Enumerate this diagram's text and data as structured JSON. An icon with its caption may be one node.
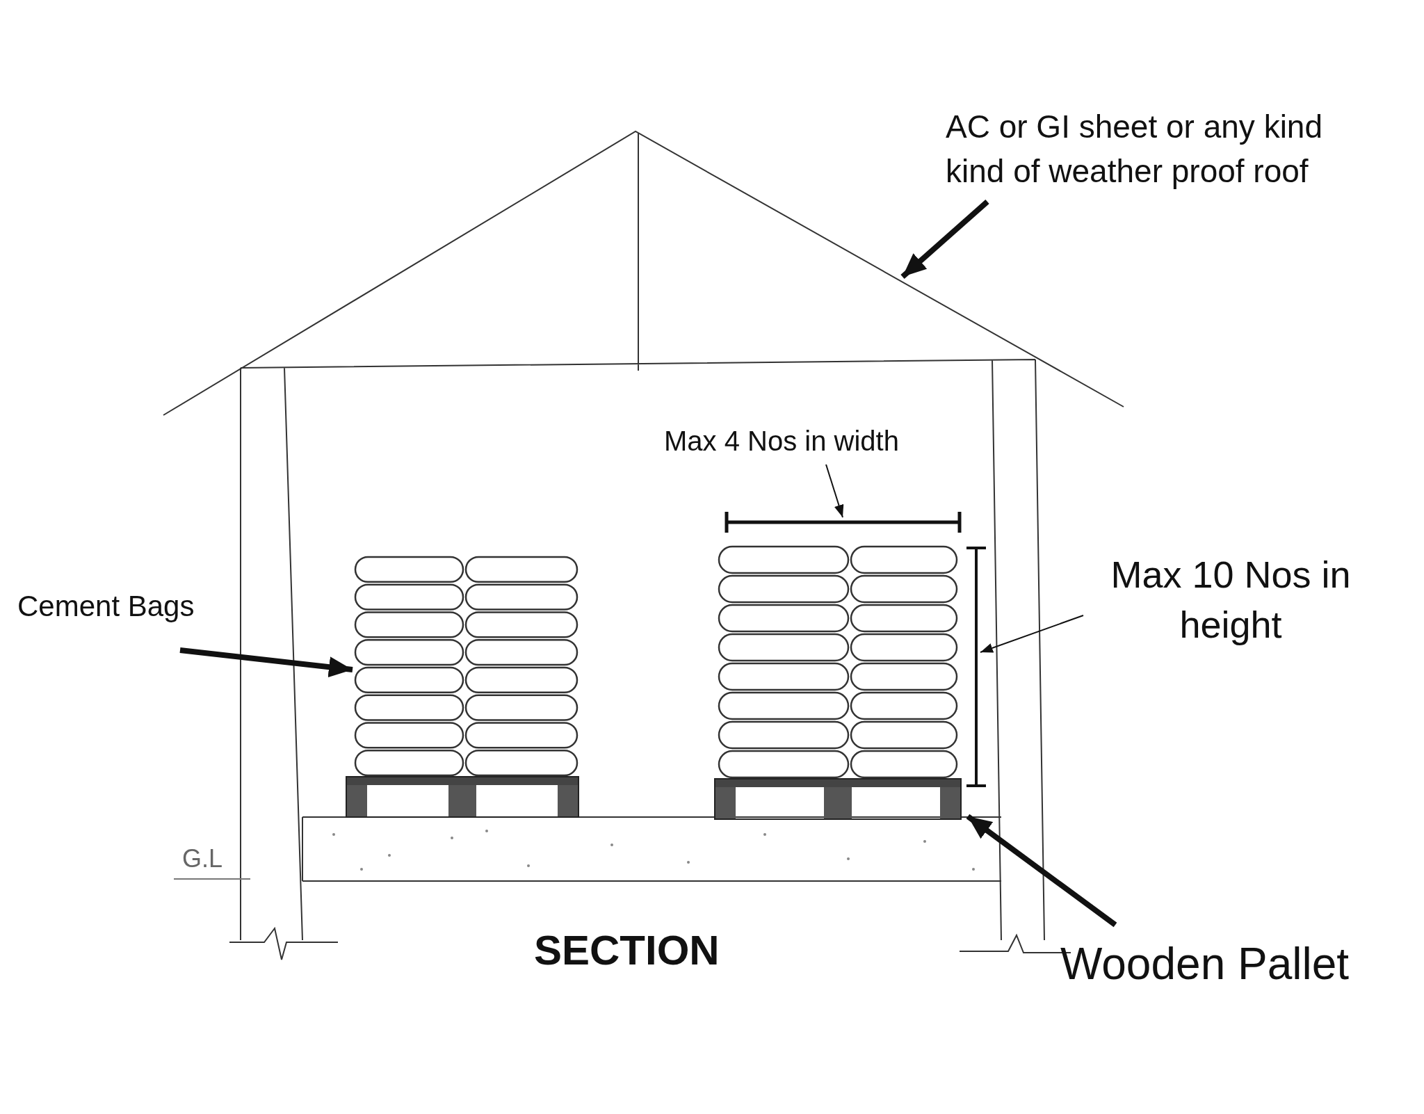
{
  "diagram": {
    "title": "SECTION",
    "nodes": [
      {
        "text": [
          "AC or GI sheet or any kind kind of weather proof roof"
        ]
      },
      {
        "text": [],
        "shape": "picture"
      },
      {
        "text": [
          "Max 4 Nos in width"
        ]
      },
      {
        "text": [],
        "shape": "bar"
      },
      {
        "text": [
          "Cement Bags"
        ]
      },
      {
        "text": [],
        "shape": "picture"
      },
      {
        "text": [
          "Max 10 Nos in height"
        ]
      },
      {
        "text": [],
        "shape": "bar"
      },
      {
        "text": [
          "Wooden Pallet"
        ]
      },
      {
        "text": [],
        "shape": "picture"
      }
    ],
    "edges": [
      {
        "from": 0,
        "to": 1,
        "arrow": "to"
      },
      {
        "from": 2,
        "to": 3,
        "arrow": "to"
      },
      {
        "from": 4,
        "to": 5,
        "arrow": "to"
      },
      {
        "from": 6,
        "to": 7,
        "arrow": "to"
      },
      {
        "from": 8,
        "to": 9,
        "arrow": "to"
      }
    ],
    "labels": [
      "G.L"
    ]
  }
}
